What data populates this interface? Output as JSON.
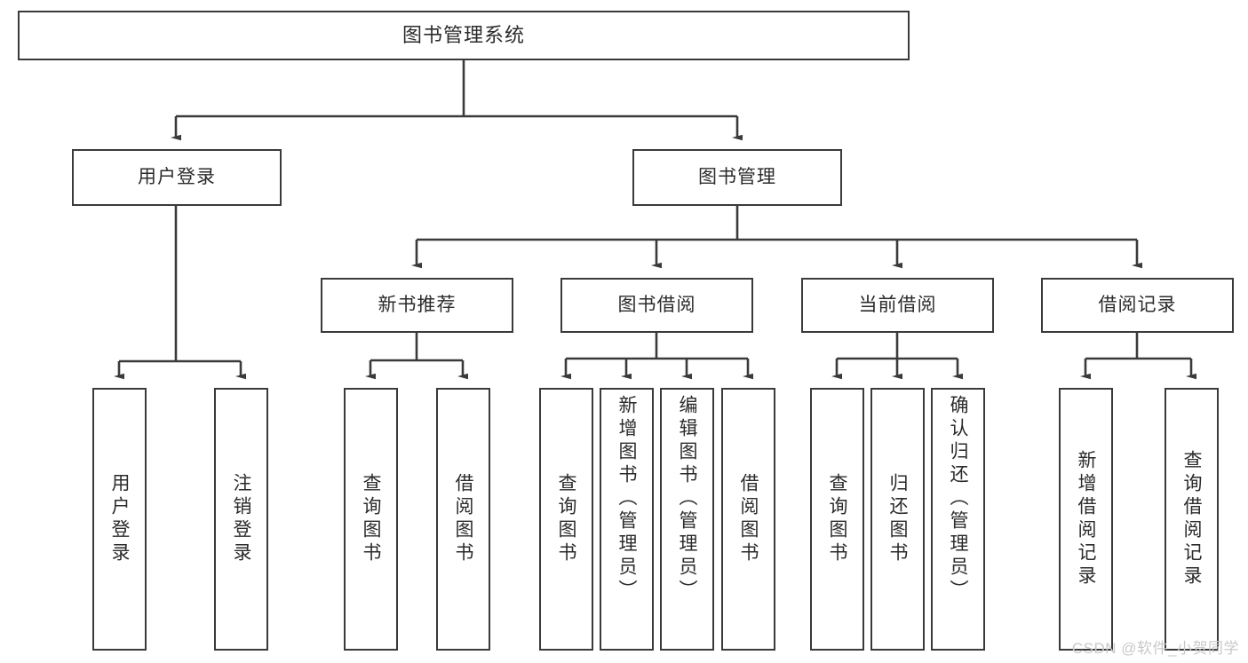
{
  "diagram": {
    "title": "图书管理系统",
    "type": "tree-hierarchy",
    "root": {
      "label": "图书管理系统"
    },
    "level2": [
      {
        "label": "用户登录"
      },
      {
        "label": "图书管理"
      }
    ],
    "level3": [
      {
        "label": "新书推荐"
      },
      {
        "label": "图书借阅"
      },
      {
        "label": "当前借阅"
      },
      {
        "label": "借阅记录"
      }
    ],
    "leaves": {
      "user_login": [
        {
          "label": "用户登录"
        },
        {
          "label": "注销登录"
        }
      ],
      "new_book_recommend": [
        {
          "label": "查询图书"
        },
        {
          "label": "借阅图书"
        }
      ],
      "book_borrow": [
        {
          "label": "查询图书"
        },
        {
          "label": "新增图书（管理员）"
        },
        {
          "label": "编辑图书（管理员）"
        },
        {
          "label": "借阅图书"
        }
      ],
      "current_borrow": [
        {
          "label": "查询图书"
        },
        {
          "label": "归还图书"
        },
        {
          "label": "确认归还（管理员）"
        }
      ],
      "borrow_record": [
        {
          "label": "新增借阅记录"
        },
        {
          "label": "查询借阅记录"
        }
      ]
    }
  },
  "watermark": {
    "text": "CSDN @软件_小贺同学"
  },
  "colors": {
    "stroke": "#3a3a3a",
    "background": "#ffffff",
    "text": "#2b2b2b",
    "watermark": "#c9c9c9"
  }
}
